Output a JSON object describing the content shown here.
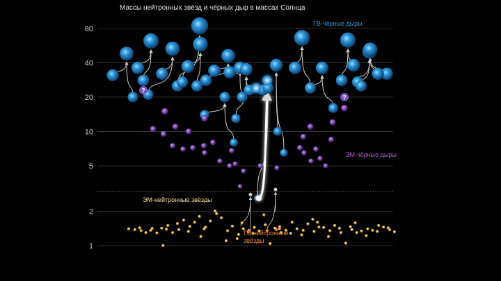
{
  "chart_data": {
    "type": "scatter",
    "title": "Массы нейтронных звёзд и чёрных дыр в массах Солнца",
    "yscale": "log",
    "ylim": [
      0.8,
      110
    ],
    "yticks": [
      1,
      2,
      5,
      10,
      20,
      40,
      80
    ],
    "grid": true,
    "legend": [
      {
        "label": "ГВ-чёрные дыры",
        "color": "#2f9be0"
      },
      {
        "label": "ЭМ-чёрные дыры",
        "color": "#b05cd0"
      },
      {
        "label": "ЭМ-нейтронные звёзды",
        "color": "#f5e3a0"
      },
      {
        "label": "ГВ-нейтронные звёзды",
        "color": "#f08a3a"
      }
    ],
    "colors": {
      "gw_bh": "#1e8ad8",
      "em_bh": "#8a4fc0",
      "em_ns": "#e8b83a",
      "gw_ns": "#e8762a",
      "grid": "#3c3c3c",
      "question": "#7a52c8"
    },
    "question_mark": "?",
    "gw_black_hole_mergers": [
      {
        "m1": 31,
        "m2": 20,
        "final": 48
      },
      {
        "m1": 36,
        "m2": 28,
        "final": 62
      },
      {
        "m1": 32,
        "m2": 21,
        "final": 53
      },
      {
        "m1": 37,
        "m2": 25,
        "final": 58
      },
      {
        "m1": 34,
        "m2": 28,
        "final": 46
      },
      {
        "m1": 33,
        "m2": 20,
        "final": 36
      },
      {
        "m1": 25,
        "m2": 27,
        "final": 84
      },
      {
        "m1": 14,
        "m2": 8,
        "final": 20
      },
      {
        "m1": 23,
        "m2": 13,
        "final": 35
      },
      {
        "m1": 2.6,
        "m2": 23,
        "final": 24
      },
      {
        "m1": 10,
        "m2": 6.5,
        "final": 38
      },
      {
        "m1": 36,
        "m2": 24,
        "final": 66
      },
      {
        "m1": 24,
        "m2": 16,
        "final": 36
      },
      {
        "m1": 38,
        "m2": 28,
        "final": 63
      },
      {
        "m1": 27,
        "m2": 25,
        "final": 50
      },
      {
        "m1": 32,
        "m2": 32,
        "final": 52
      }
    ],
    "gw_black_hole_solo": [
      31,
      20,
      22
    ],
    "em_black_holes": [
      15,
      10.5,
      11,
      10,
      13,
      9.5,
      7.5,
      7,
      7.2,
      6.5,
      8,
      5.5,
      5,
      5.2,
      4.5,
      6.8,
      7.5,
      5,
      4.8,
      11,
      9,
      12,
      16,
      7.2,
      6.5,
      5.5,
      5.8,
      5,
      8.5,
      7,
      3.3
    ],
    "em_black_holes_unknown": [
      23,
      20
    ],
    "gw_neutron_star_mergers": [
      {
        "m1": 1.5,
        "m2": 1.3,
        "final": 2.8
      },
      {
        "m1": 2.0,
        "m2": 1.4,
        "final": 3.1
      }
    ],
    "em_neutron_stars": [
      1.4,
      1.38,
      1.35,
      1.43,
      1.3,
      1.41,
      1.36,
      1.29,
      1.0,
      1.42,
      1.5,
      1.39,
      1.3,
      1.38,
      1.56,
      1.67,
      1.47,
      1.33,
      1.6,
      1.2,
      1.8,
      1.45,
      1.4,
      1.64,
      1.9,
      2.0,
      1.75,
      1.35,
      1.1,
      1.48,
      1.25,
      1.15,
      1.4,
      1.58,
      1.32,
      1.44,
      1.28,
      1.34,
      1.52,
      1.86,
      1.04,
      1.38,
      1.42,
      1.3,
      1.46,
      1.36,
      1.6,
      1.28,
      1.4,
      1.36,
      1.24,
      1.55,
      1.33,
      1.7,
      1.45,
      1.6,
      1.44,
      1.35,
      1.2,
      1.5,
      1.3,
      1.42,
      1.05,
      1.38,
      1.46,
      1.3,
      1.58,
      1.34,
      1.4,
      1.22,
      1.36,
      1.5,
      1.33,
      1.45,
      1.38,
      1.43,
      1.32
    ],
    "gw_neutron_stars": [
      1.36,
      1.35,
      1.4
    ]
  }
}
